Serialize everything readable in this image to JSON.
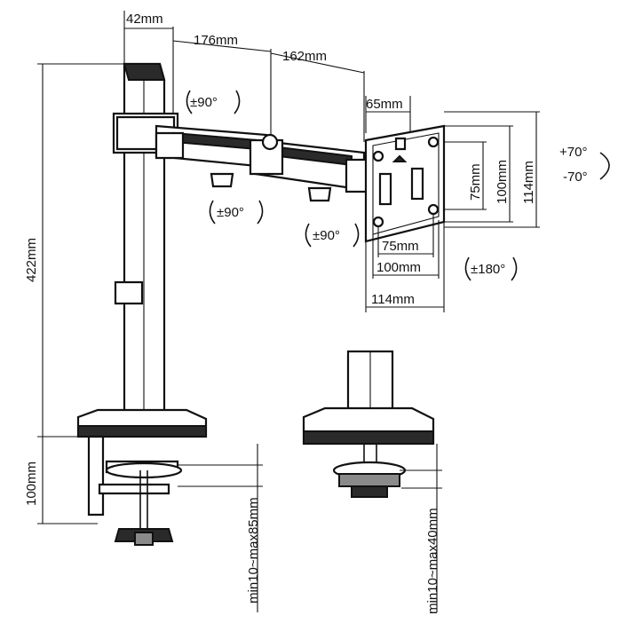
{
  "dimensions": {
    "pole_width": "42mm",
    "arm_first": "176mm",
    "arm_second": "162mm",
    "head_offset": "65mm",
    "height": "422mm",
    "clamp_height": "100mm",
    "vesa_v_inner": "75mm",
    "vesa_v_mid": "100mm",
    "vesa_v_outer": "114mm",
    "vesa_h_inner": "75mm",
    "vesa_h_mid": "100mm",
    "vesa_h_outer": "114mm",
    "clamp_range": "min10~max85mm",
    "grommet_range": "min10~max40mm"
  },
  "rotations": {
    "top_joint": "±90°",
    "elbow_1": "±90°",
    "elbow_2": "±90°",
    "tilt_up": "+70°",
    "tilt_down": "-70°",
    "rotate": "±180°"
  }
}
